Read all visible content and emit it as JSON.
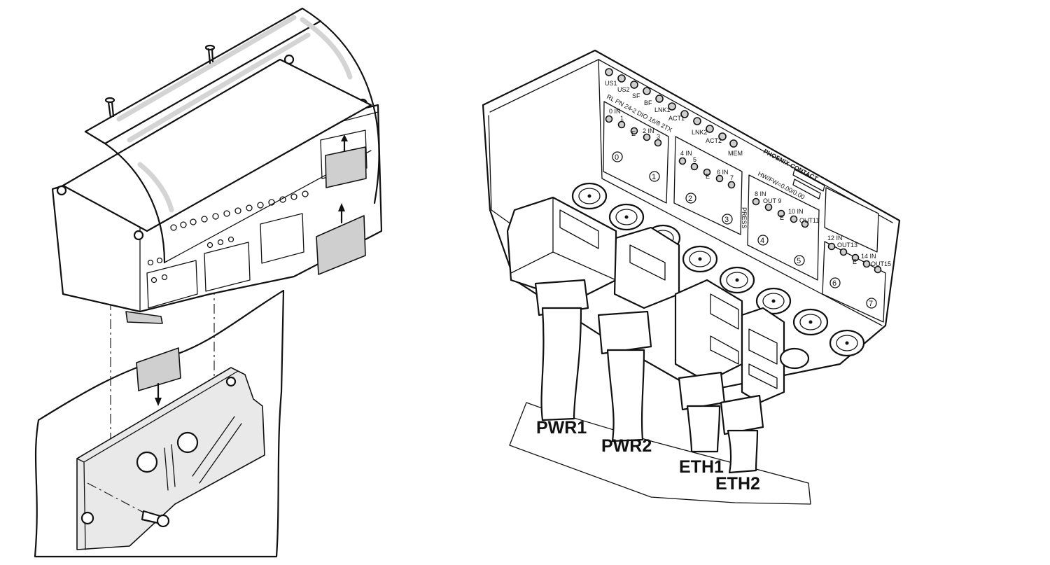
{
  "left_view": {
    "arrows": [
      "arrow-up-1",
      "arrow-up-2",
      "arrow-down"
    ]
  },
  "right_view": {
    "leds_row1": [
      "US1",
      "US2",
      "SF",
      "BF",
      "LNK1",
      "ACT1",
      "LNK2",
      "ACT2",
      "MEM"
    ],
    "device_name": "RL PN 24-2 DIO 16/8 2TX",
    "group0": [
      "0 IN",
      "1",
      "E",
      "2 IN",
      "3"
    ],
    "group2": [
      "4 IN",
      "5",
      "E",
      "6 IN",
      "7"
    ],
    "group4": [
      "8 IN",
      "OUT 9",
      "E",
      "10 IN",
      "OUT11"
    ],
    "group6": [
      "12 IN",
      "OUT13",
      "E",
      "14 IN",
      "OUT15"
    ],
    "slot_numbers": [
      "0",
      "1",
      "2",
      "3",
      "4",
      "5",
      "6",
      "7"
    ],
    "press_label": "PRESS",
    "brand": "PHOENIX CONTACT",
    "hw_fw": "HW/FW=0.00/0.00",
    "connector_labels": [
      "PWR1",
      "PWR2",
      "ETH1",
      "ETH2"
    ]
  }
}
